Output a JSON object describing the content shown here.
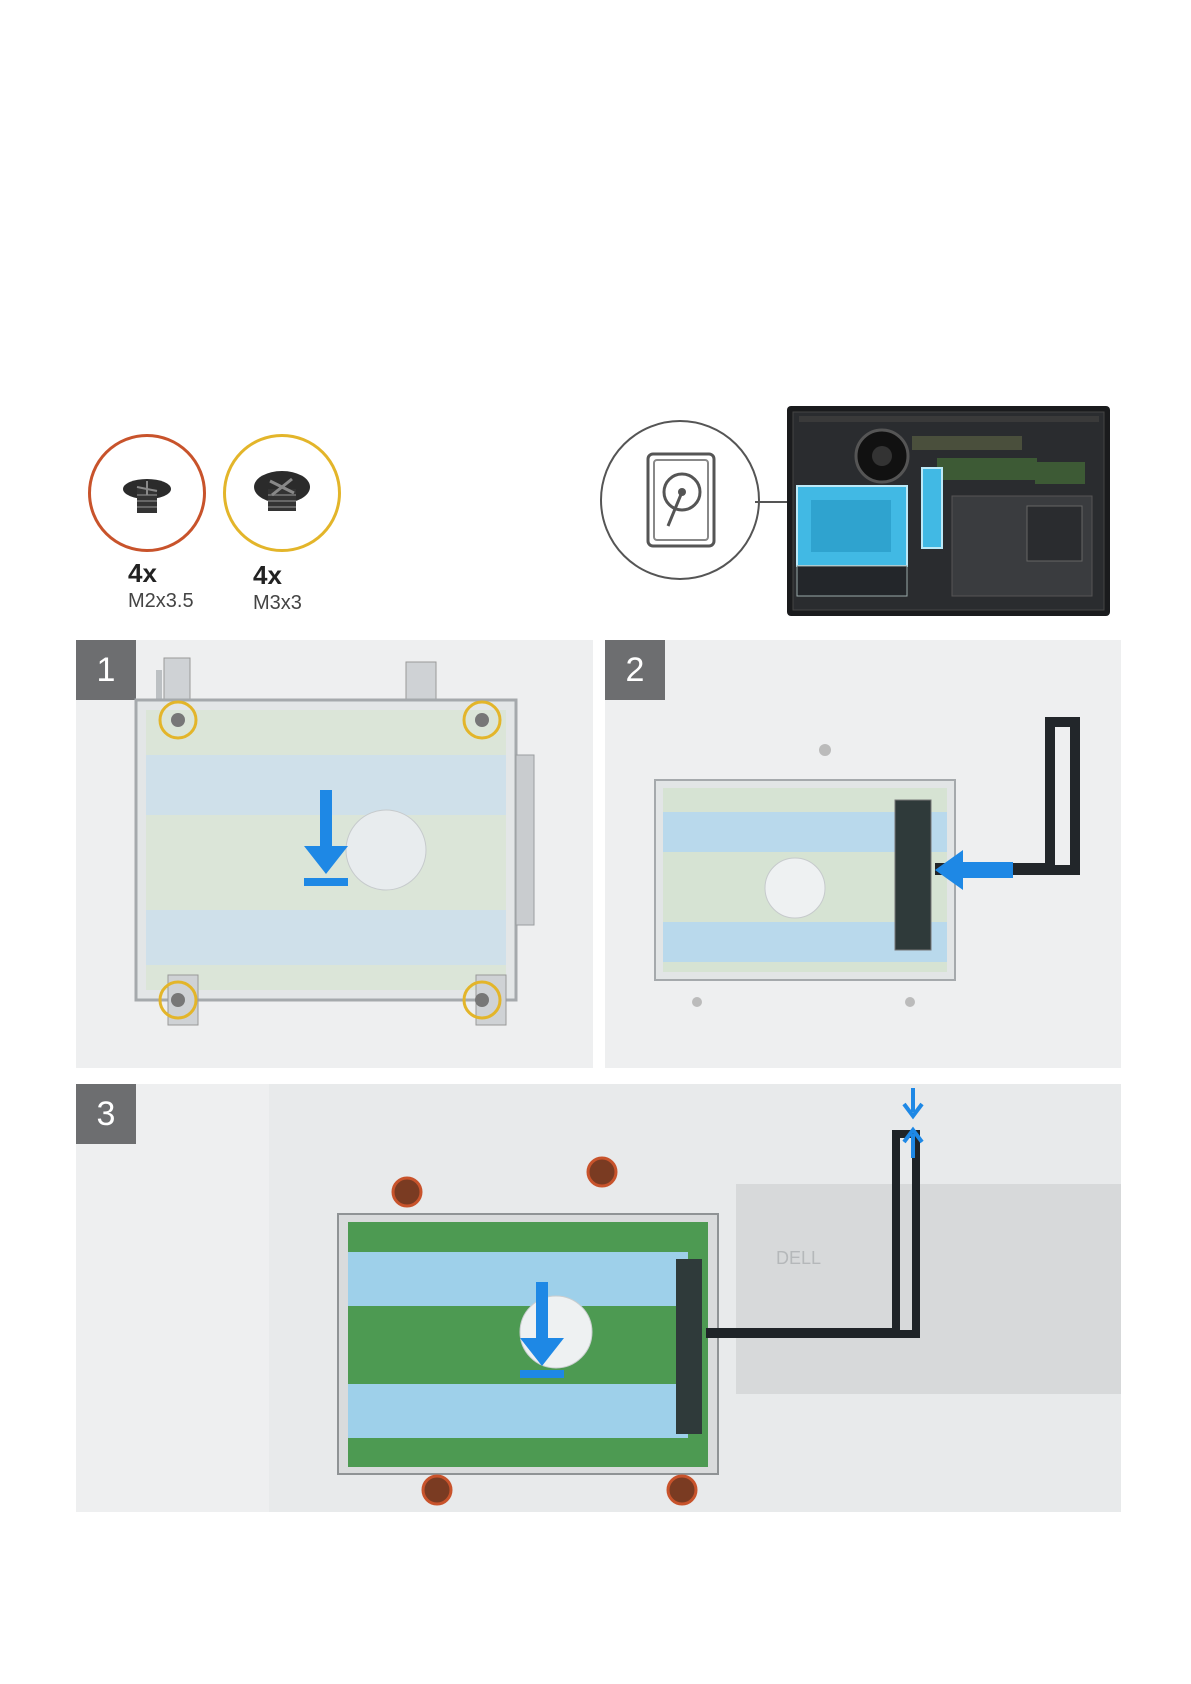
{
  "screws": [
    {
      "qty": "4x",
      "size": "M2x3.5",
      "ring_color": "#c8532b"
    },
    {
      "qty": "4x",
      "size": "M3x3",
      "ring_color": "#e3b52a"
    }
  ],
  "steps": [
    {
      "number": "1"
    },
    {
      "number": "2"
    },
    {
      "number": "3"
    }
  ],
  "colors": {
    "arrow_blue": "#1e88e5",
    "pad_blue": "#a8cfe6",
    "highlight_cyan": "#42c6ef",
    "panel_gray": "#eeeff0",
    "badge_gray": "#6d6e70"
  },
  "icons": [
    "hard-drive-icon",
    "screw-icon",
    "down-arrow-icon",
    "left-arrow-icon"
  ]
}
